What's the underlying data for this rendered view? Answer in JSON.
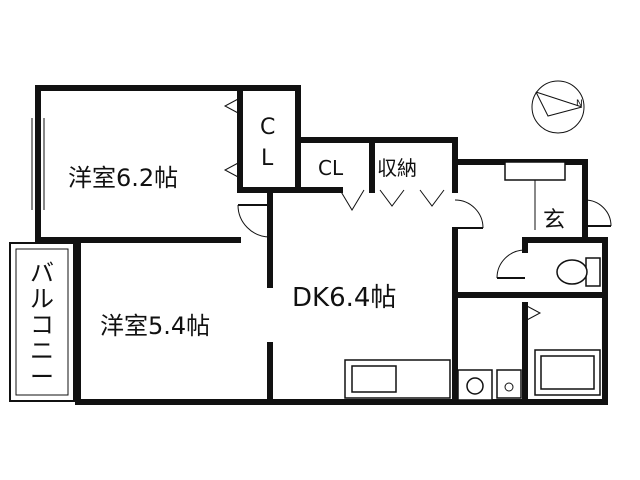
{
  "rooms": {
    "western_room_1": "洋室6.2帖",
    "western_room_2": "洋室5.4帖",
    "dining_kitchen": "DK6.4帖",
    "closet_1_top": "C",
    "closet_1_bottom": "L",
    "closet_2": "CL",
    "storage": "収納",
    "entrance": "玄",
    "balcony_chars": [
      "バ",
      "ル",
      "コ",
      "ニ",
      "ー"
    ]
  },
  "compass": {
    "icon": "north-arrow-icon",
    "label": "N"
  }
}
